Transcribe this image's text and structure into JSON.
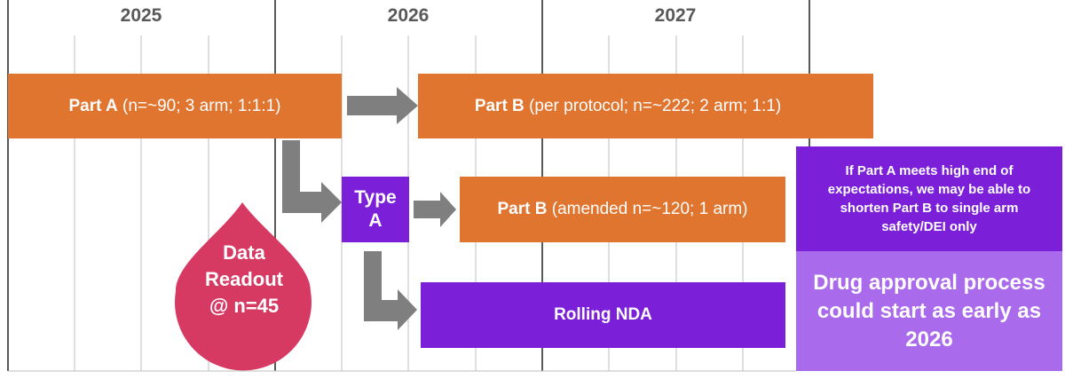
{
  "years": [
    "2025",
    "2026",
    "2027"
  ],
  "part_a": {
    "label": "Part A",
    "detail": "(n=~90; 3 arm; 1:1:1)"
  },
  "part_b_protocol": {
    "label": "Part B",
    "detail": "(per protocol; n=~222; 2 arm; 1:1)"
  },
  "type_a": {
    "line1": "Type",
    "line2": "A"
  },
  "part_b_amended": {
    "label": "Part B",
    "detail": "(amended n=~120; 1 arm)"
  },
  "data_readout": {
    "line1": "Data",
    "line2": "Readout",
    "line3": "@ n=45"
  },
  "rolling_nda": "Rolling NDA",
  "note": "If Part A meets high end of expectations, we may be able to shorten Part B to single arm safety/DEI only",
  "approval": "Drug approval process could start as early as 2026",
  "colors": {
    "orange": "#E07530",
    "purple": "#7B1FD9",
    "lavender": "#A96AEB",
    "drop": "#D63A63",
    "arrow": "#7F7F7F",
    "grid": "#BFBFBF",
    "year_divider": "#595959"
  }
}
